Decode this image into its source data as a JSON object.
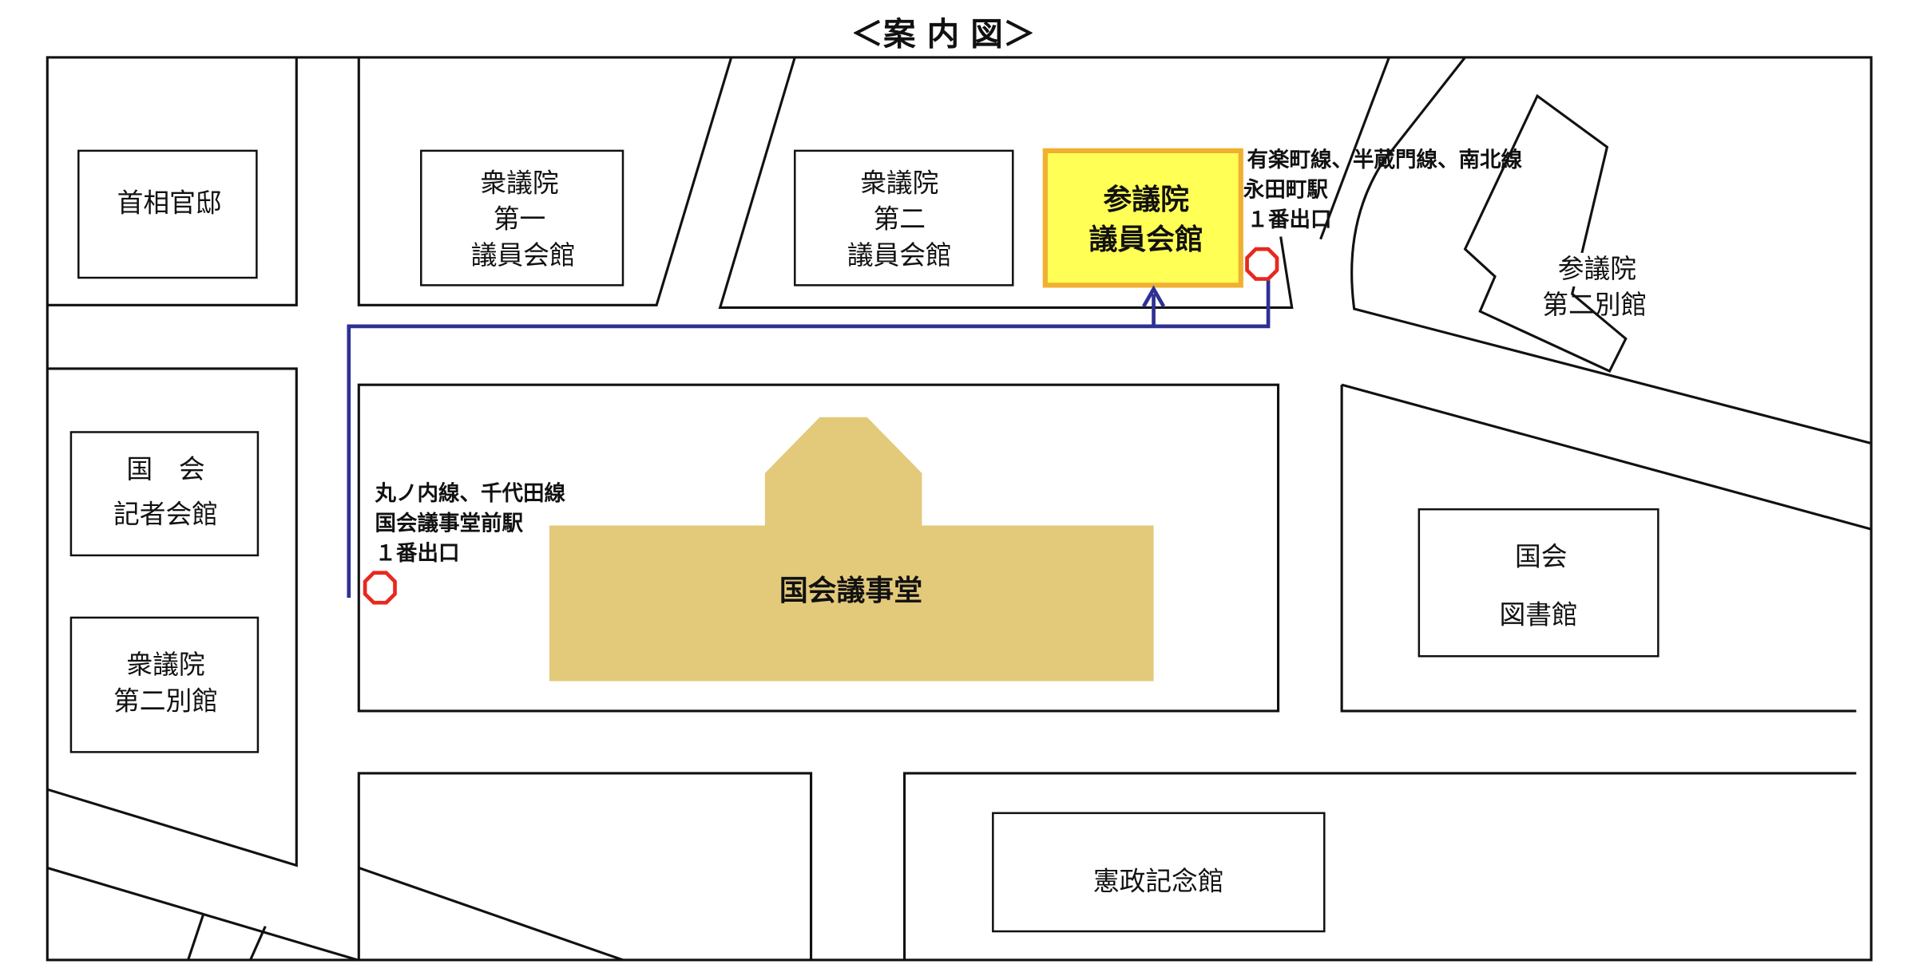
{
  "title": "＜案 内 図＞",
  "buildings": {
    "pm_residence": "首相官邸",
    "hr_first": [
      "衆議院",
      "第一",
      "議員会館"
    ],
    "hr_second": [
      "衆議院",
      "第二",
      "議員会館"
    ],
    "hc_members": [
      "参議院",
      "議員会館"
    ],
    "hc_annex": [
      "参議院",
      "第二別館"
    ],
    "press": [
      "国　会",
      "記者会館"
    ],
    "hr_annex": [
      "衆議院",
      "第二別館"
    ],
    "diet": "国会議事堂",
    "library": [
      "国会",
      "図書館"
    ],
    "kensei": "憲政記念館"
  },
  "stations": {
    "nagatacho": [
      "有楽町線、半蔵門線、南北線",
      "永田町駅",
      "１番出口"
    ],
    "kokkai": [
      "丸ノ内線、千代田線",
      "国会議事堂前駅",
      "１番出口"
    ]
  },
  "colors": {
    "route": "#2e3192",
    "exit": "#e8281e",
    "highlight_fill": "#ffff55",
    "highlight_border": "#f0b030",
    "diet_fill": "#e3c97a"
  }
}
